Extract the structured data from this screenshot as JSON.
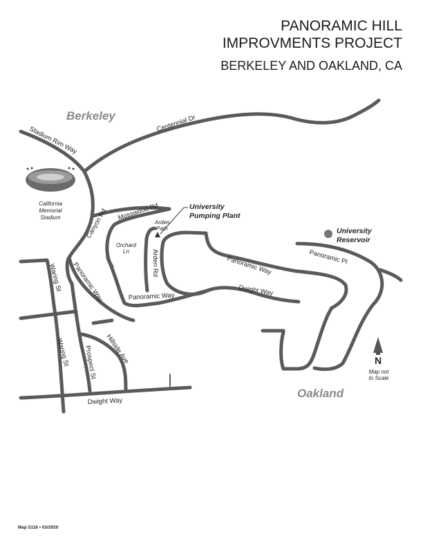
{
  "header": {
    "title_line1": "PANORAMIC HILL",
    "title_line2": "IMPROVMENTS PROJECT",
    "subtitle": "BERKELEY AND OAKLAND, CA"
  },
  "cities": {
    "north": "Berkeley",
    "south": "Oakland"
  },
  "streets": {
    "stadium_rim_way": "Stadium Rim Way",
    "centennial_dr": "Centennial Dr",
    "canyon_rd": "Canyon Rd",
    "mosswood_rd": "Mosswood Rd",
    "orchard_ln_1": "Orchard",
    "orchard_ln_2": "Ln",
    "arden_path_1": "Arden",
    "arden_path_2": "Path",
    "arden_rd": "Arden Rd",
    "panoramic_way_west": "Panoramic Way",
    "panoramic_way_mid": "Panoramic Way",
    "panoramic_way_east": "Panoramic Way",
    "dwight_way_east": "Dwight Way",
    "dwight_way_south": "Dwight Way",
    "panoramic_pl": "Panoramic Pl",
    "waring_st_north": "Waring St",
    "waring_st_south": "Waring St",
    "prospect_st": "Prospect St",
    "hillside_ave": "Hillside Ave"
  },
  "places": {
    "stadium_1": "California",
    "stadium_2": "Memorial",
    "stadium_3": "Stadium",
    "pumping_1": "University",
    "pumping_2": "Pumping Plant",
    "reservoir_1": "University",
    "reservoir_2": "Reservoir"
  },
  "north_arrow": {
    "letter": "N",
    "note_1": "Map not",
    "note_2": "to Scale"
  },
  "footer": "Map 5118  •  03/2020",
  "colors": {
    "road": "#5a5a5a",
    "city_label": "#8a8a8a",
    "text": "#222222"
  }
}
